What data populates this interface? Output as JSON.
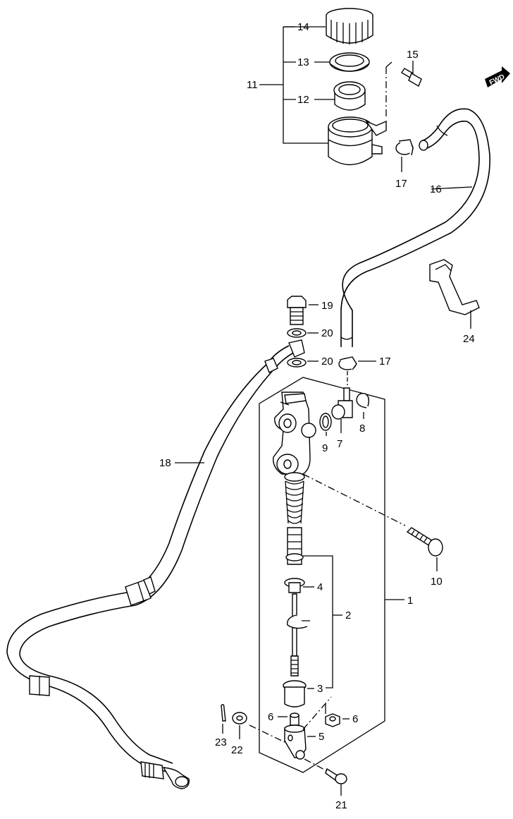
{
  "fwd_label": "FWD",
  "callouts": {
    "c1": "1",
    "c2": "2",
    "c3": "3",
    "c4": "4",
    "c5": "5",
    "c6a": "6",
    "c6b": "6",
    "c7": "7",
    "c8": "8",
    "c9": "9",
    "c10": "10",
    "c11": "11",
    "c12": "12",
    "c13": "13",
    "c14": "14",
    "c15": "15",
    "c16": "16",
    "c17a": "17",
    "c17b": "17",
    "c18": "18",
    "c19": "19",
    "c20a": "20",
    "c20b": "20",
    "c21": "21",
    "c22": "22",
    "c23": "23",
    "c24": "24"
  }
}
